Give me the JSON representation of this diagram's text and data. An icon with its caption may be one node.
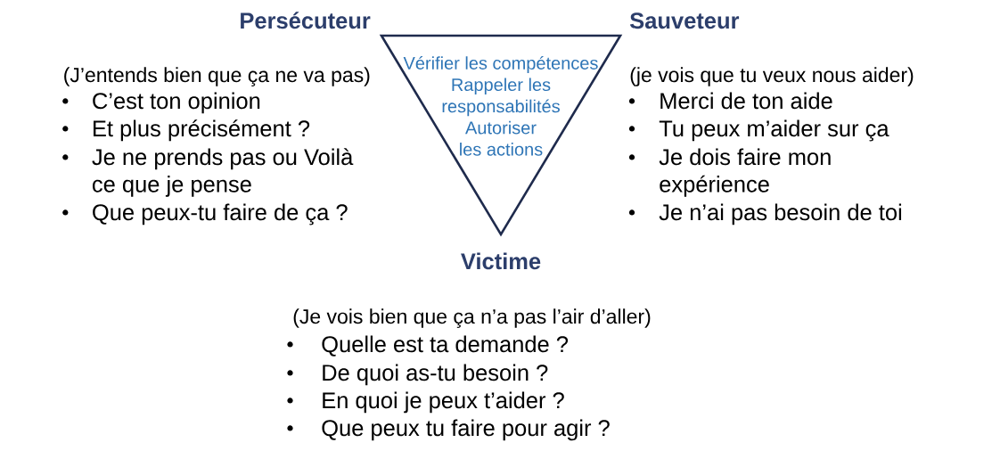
{
  "diagram": {
    "nodes": [
      {
        "text": [
          "Vérifier les compétences",
          "Rappeler les responsabilités",
          "Autoriser les actions"
        ]
      }
    ],
    "edges": [],
    "labels": [
      "Persécuteur",
      "(J’entends bien que ça ne va pas)",
      "C’est ton opinion",
      "Et plus précisément ?",
      "Je ne prends pas ou Voilà ce que je pense",
      "Que peux-tu faire de ça ?",
      "Sauveteur",
      "(je vois que tu veux nous aider)",
      "Merci de ton aide",
      "Tu peux m’aider sur ça",
      "Je dois faire mon expérience",
      "Je n’ai pas besoin de toi",
      "Victime",
      "(Je vois bien que ça n’a pas l’air d’aller)",
      "Quelle est ta demande ?",
      "De quoi as-tu besoin ?",
      "En quoi je peux t’aider ?",
      "Que peux tu faire pour agir ?"
    ]
  }
}
